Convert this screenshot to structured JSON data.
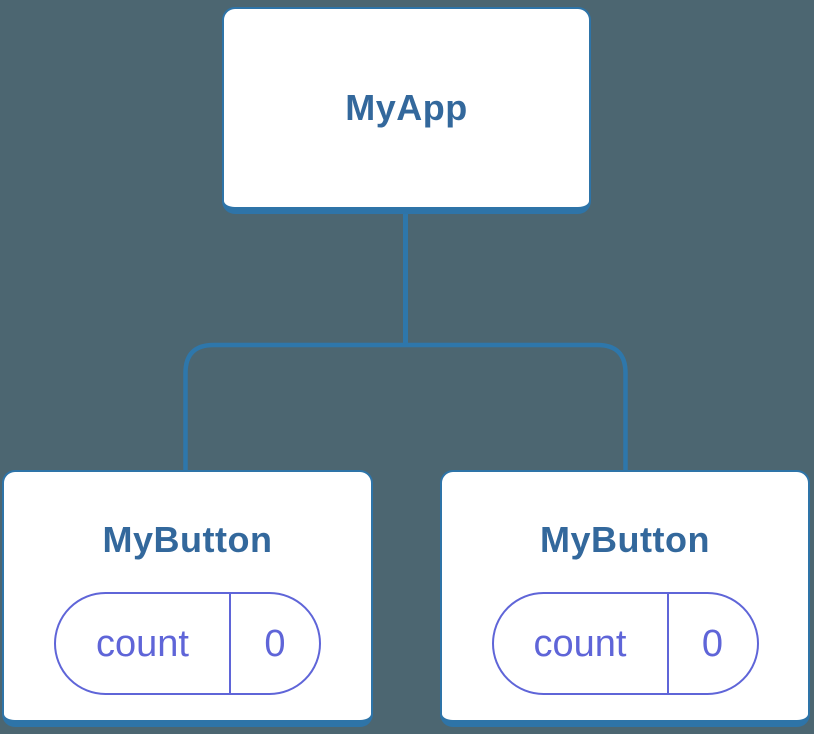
{
  "diagram": {
    "type": "component-tree",
    "background_color": "#4c6671",
    "node_fill_color": "#ffffff",
    "node_border_color": "#2e74a8",
    "connector_color": "#2e77ab",
    "label_color": "#33689c",
    "state_accent_color": "#5f65d8",
    "root": {
      "label": "MyApp"
    },
    "children": [
      {
        "label": "MyButton",
        "state": {
          "name": "count",
          "value": "0"
        }
      },
      {
        "label": "MyButton",
        "state": {
          "name": "count",
          "value": "0"
        }
      }
    ]
  }
}
